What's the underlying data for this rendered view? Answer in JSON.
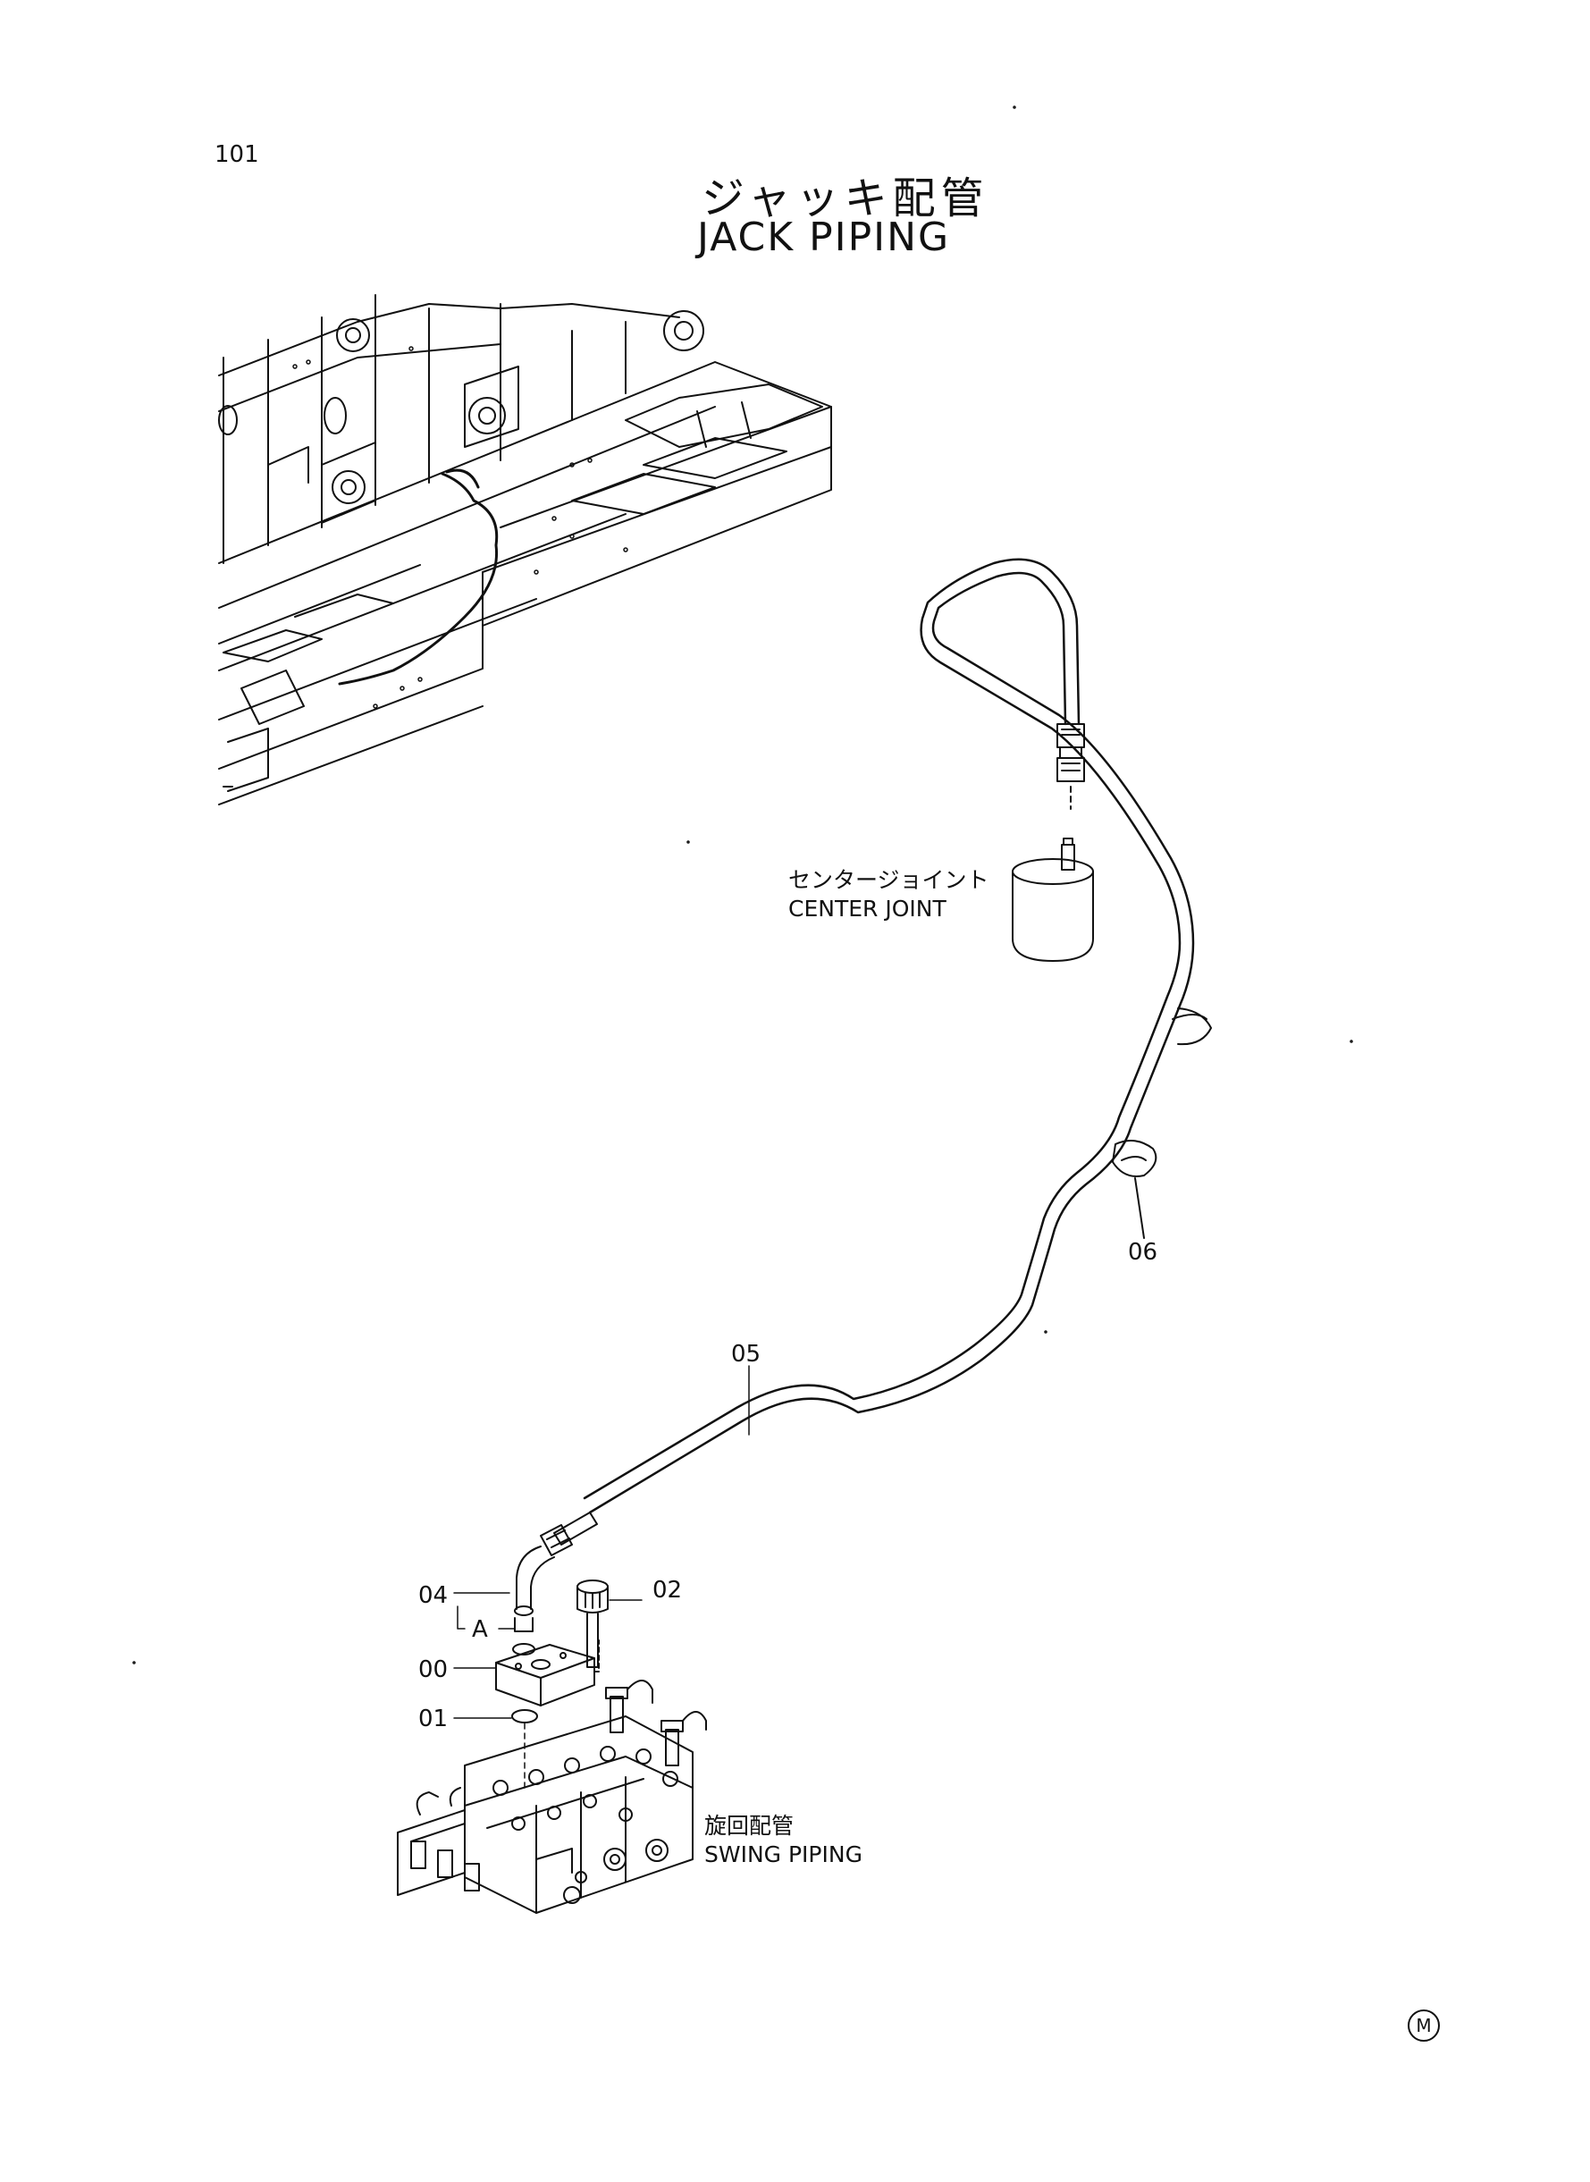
{
  "page_number": "101",
  "title": {
    "japanese": "ジャッキ配管",
    "english": "JACK PIPING"
  },
  "callouts": {
    "center_joint": {
      "japanese": "センタージョイント",
      "english": "CENTER JOINT"
    },
    "swing_piping": {
      "japanese": "旋回配管",
      "english": "SWING PIPING"
    }
  },
  "part_numbers": {
    "p00": "00",
    "p01": "01",
    "p02": "02",
    "p04": "04",
    "p05": "05",
    "p06": "06",
    "detail_a": "A"
  },
  "corner_mark": "M"
}
